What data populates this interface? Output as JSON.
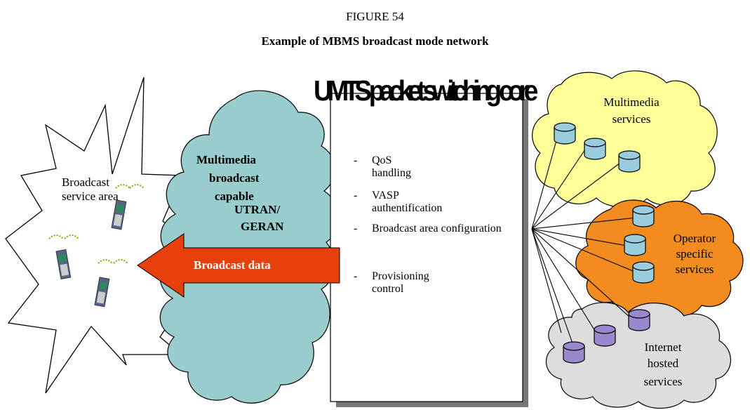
{
  "figure": {
    "number": "FIGURE 54",
    "title": "Example of MBMS broadcast mode network"
  },
  "core": {
    "title": "UMTS packet switching core",
    "functions": [
      "QoS handling",
      "VASP authentification",
      "Broadcast area configuration",
      "Provisioning control"
    ]
  },
  "broadcast_area": {
    "label": "Broadcast service area"
  },
  "access_cloud": {
    "label_line1": "Multimedia",
    "label_line2": "broadcast",
    "label_line3": "capable",
    "label_line4": "UTRAN/",
    "label_line5": "GERAN"
  },
  "arrow": {
    "label": "Broadcast data"
  },
  "service_clouds": [
    {
      "label_line1": "Multimedia",
      "label_line2": "services"
    },
    {
      "label_line1": "Operator",
      "label_line2": "specific",
      "label_line3": "services"
    },
    {
      "label_line1": "Internet",
      "label_line2": "hosted",
      "label_line3": "services"
    }
  ],
  "colors": {
    "access_cloud": "#99cccc",
    "multimedia_cloud": "#ffff99",
    "operator_cloud": "#f28c1e",
    "internet_cloud": "#dddddd",
    "arrow": "#e8400c",
    "db_blue": "#99ccdd",
    "db_purple": "#9988cc"
  }
}
